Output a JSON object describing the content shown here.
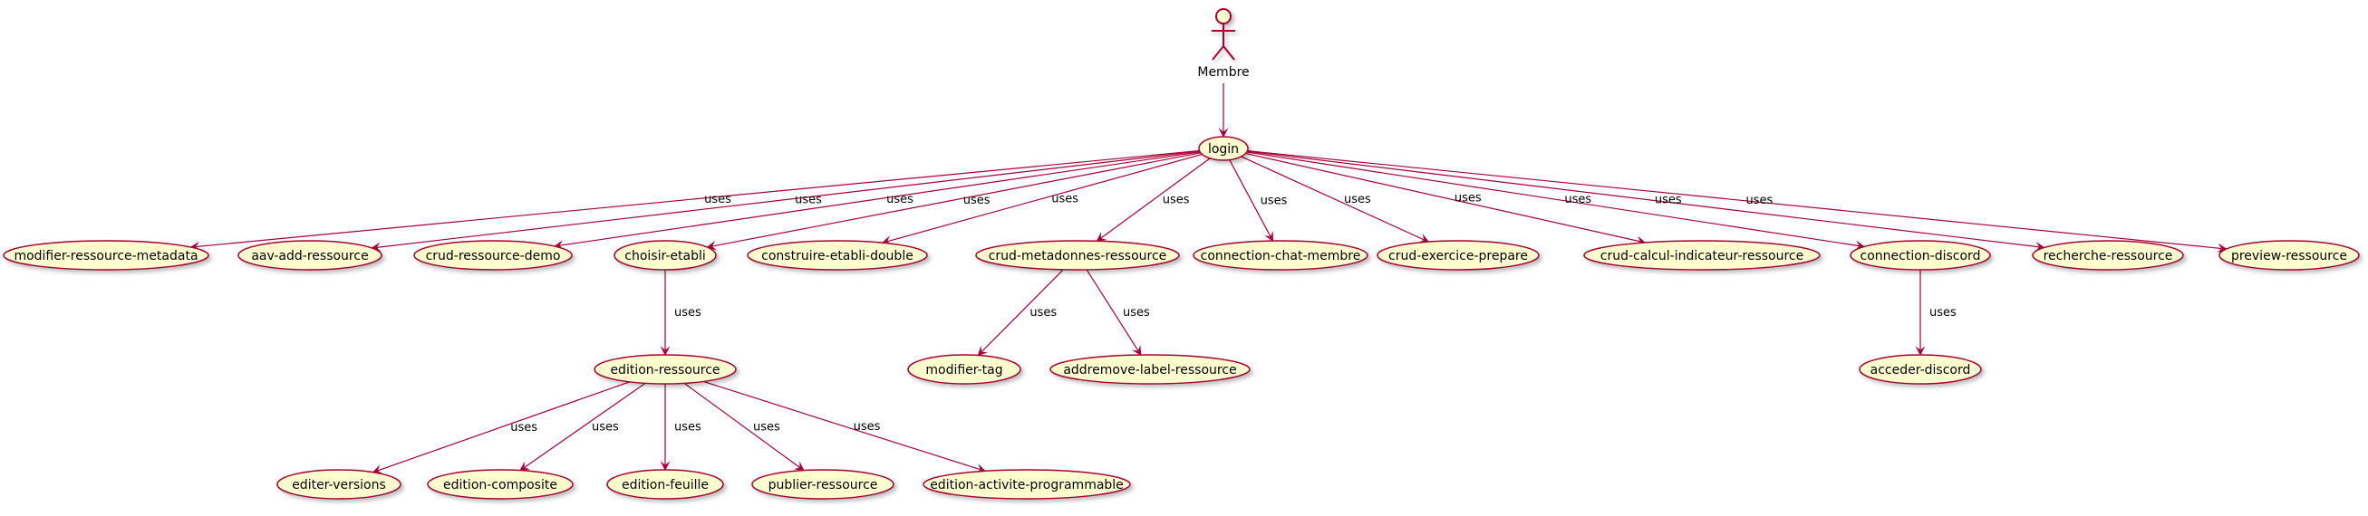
{
  "colors": {
    "node_fill": "#FEFECE",
    "node_stroke": "#A80036",
    "edge": "#A80036",
    "shadow": "#C8C8C8",
    "text": "#000000"
  },
  "actor": {
    "name": "Membre"
  },
  "nodes": {
    "login": "login",
    "modifier_ressource_metadata": "modifier-ressource-metadata",
    "aav_add_ressource": "aav-add-ressource",
    "crud_ressource_demo": "crud-ressource-demo",
    "choisir_etabli": "choisir-etabli",
    "construire_etabli_double": "construire-etabli-double",
    "crud_metadonnes_ressource": "crud-metadonnes-ressource",
    "connection_chat_membre": "connection-chat-membre",
    "crud_exercice_prepare": "crud-exercice-prepare",
    "crud_calcul_indicateur_ressource": "crud-calcul-indicateur-ressource",
    "connection_discord": "connection-discord",
    "recherche_ressource": "recherche-ressource",
    "preview_ressource": "preview-ressource",
    "edition_ressource": "edition-ressource",
    "modifier_tag": "modifier-tag",
    "addremove_label_ressource": "addremove-label-ressource",
    "acceder_discord": "acceder-discord",
    "editer_versions": "editer-versions",
    "edition_composite": "edition-composite",
    "edition_feuille": "edition-feuille",
    "publier_ressource": "publier-ressource",
    "edition_activite_programmable": "edition-activite-programmable"
  },
  "edges": [
    {
      "from": "actor",
      "to": "login",
      "label": ""
    },
    {
      "from": "login",
      "to": "modifier_ressource_metadata",
      "label": "uses"
    },
    {
      "from": "login",
      "to": "aav_add_ressource",
      "label": "uses"
    },
    {
      "from": "login",
      "to": "crud_ressource_demo",
      "label": "uses"
    },
    {
      "from": "login",
      "to": "choisir_etabli",
      "label": "uses"
    },
    {
      "from": "login",
      "to": "construire_etabli_double",
      "label": "uses"
    },
    {
      "from": "login",
      "to": "crud_metadonnes_ressource",
      "label": "uses"
    },
    {
      "from": "login",
      "to": "connection_chat_membre",
      "label": "uses"
    },
    {
      "from": "login",
      "to": "crud_exercice_prepare",
      "label": "uses"
    },
    {
      "from": "login",
      "to": "crud_calcul_indicateur_ressource",
      "label": "uses"
    },
    {
      "from": "login",
      "to": "connection_discord",
      "label": "uses"
    },
    {
      "from": "login",
      "to": "recherche_ressource",
      "label": "uses"
    },
    {
      "from": "login",
      "to": "preview_ressource",
      "label": "uses"
    },
    {
      "from": "choisir_etabli",
      "to": "edition_ressource",
      "label": "uses"
    },
    {
      "from": "crud_metadonnes_ressource",
      "to": "modifier_tag",
      "label": "uses"
    },
    {
      "from": "crud_metadonnes_ressource",
      "to": "addremove_label_ressource",
      "label": "uses"
    },
    {
      "from": "connection_discord",
      "to": "acceder_discord",
      "label": "uses"
    },
    {
      "from": "edition_ressource",
      "to": "editer_versions",
      "label": "uses"
    },
    {
      "from": "edition_ressource",
      "to": "edition_composite",
      "label": "uses"
    },
    {
      "from": "edition_ressource",
      "to": "edition_feuille",
      "label": "uses"
    },
    {
      "from": "edition_ressource",
      "to": "publier_ressource",
      "label": "uses"
    },
    {
      "from": "edition_ressource",
      "to": "edition_activite_programmable",
      "label": "uses"
    }
  ]
}
